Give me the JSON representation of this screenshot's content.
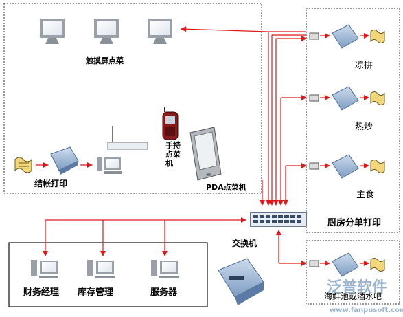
{
  "labels": {
    "touch_screen": "触摸屏点菜",
    "checkout_print": "结帐打印",
    "handheld_line1": "手持",
    "handheld_line2": "点菜",
    "handheld_line3": "机",
    "pda": "PDA点菜机",
    "cold_dish": "凉拼",
    "hot_dish": "热炒",
    "staple": "主食",
    "kitchen_print": "厨房分单打印",
    "switch": "交换机",
    "finance": "财务经理",
    "inventory": "库存管理",
    "server": "服务器",
    "seafood_bar": "海鲜池或酒水吧"
  },
  "watermark": {
    "brand": "泛普软件",
    "url": "www.fanpusoft.com"
  },
  "colors": {
    "arrow": "#e01818",
    "dashed_border": "#333333",
    "monitor_frame": "#9aa0a8",
    "printer_body": "#9fb8d6",
    "watermark": "#8aa8c8"
  }
}
